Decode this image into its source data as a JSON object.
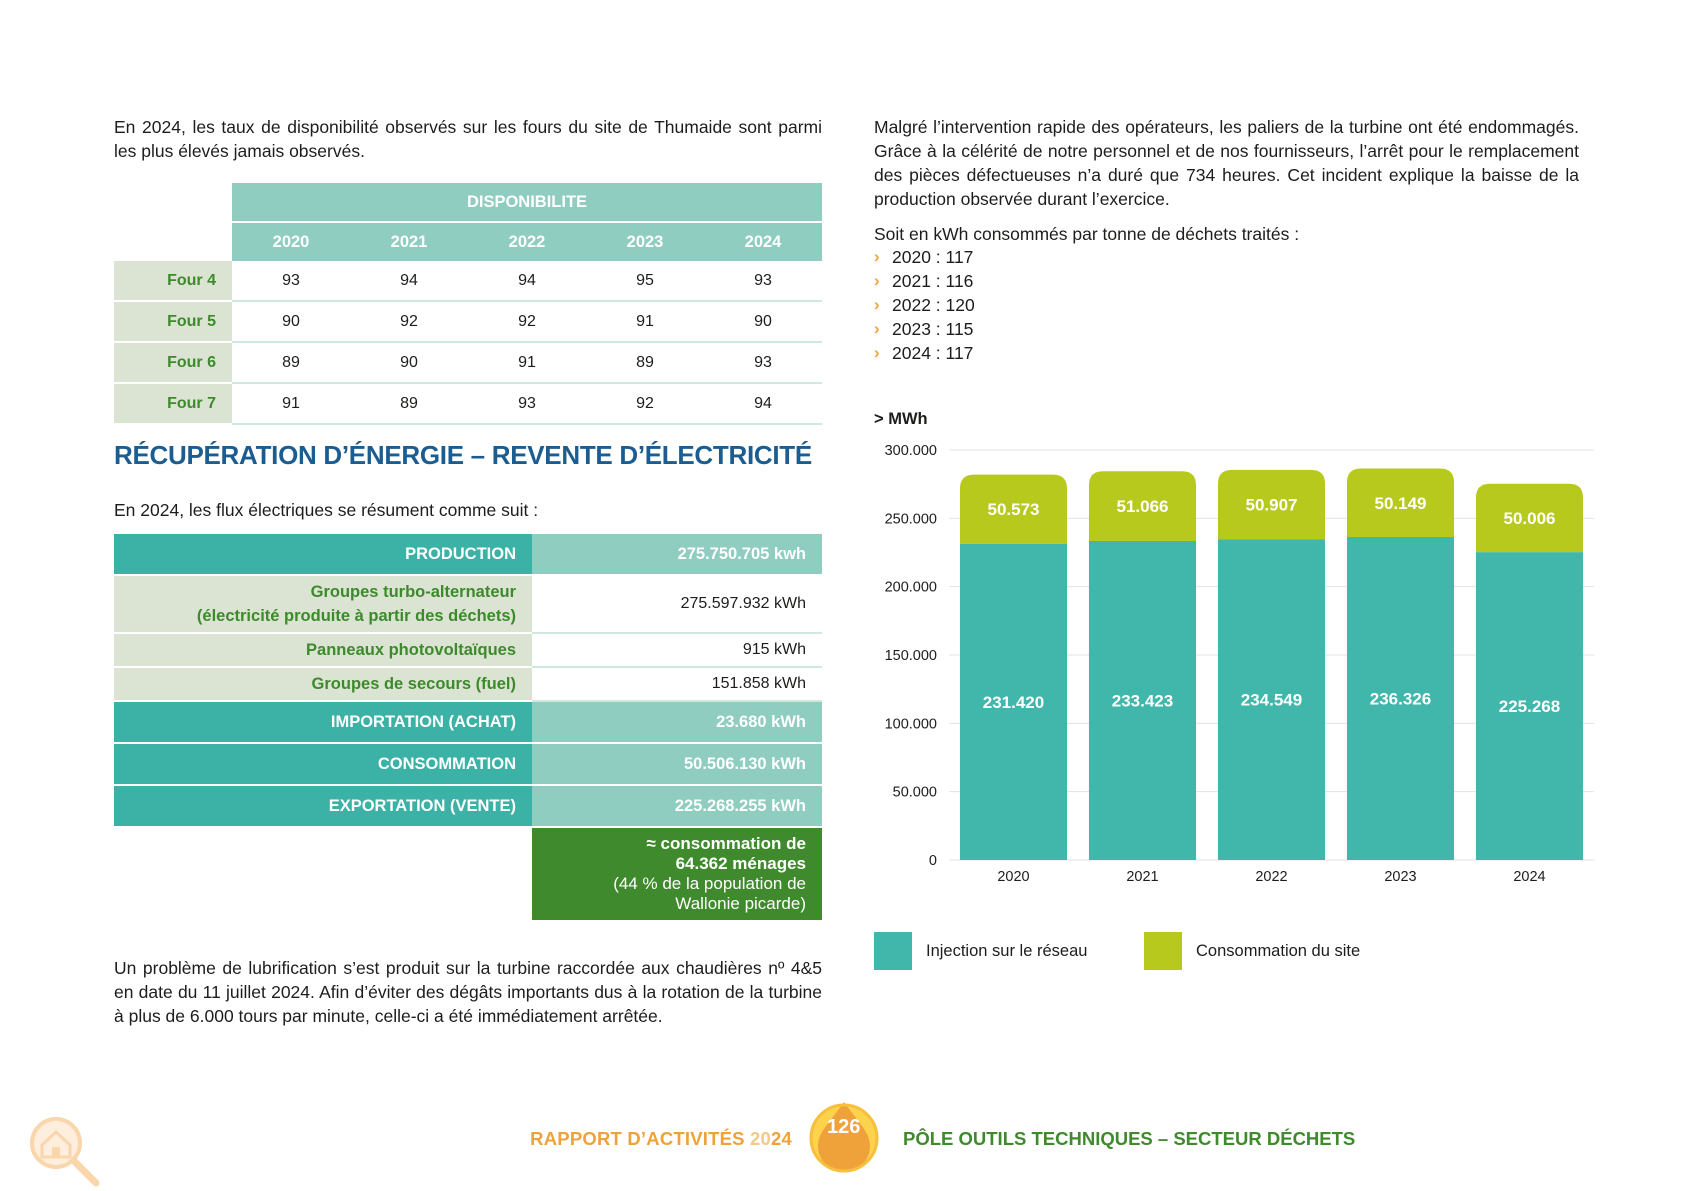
{
  "intro_left": "En 2024, les taux de disponibilité observés sur les fours du site de Thumaide sont parmi les plus élevés jamais observés.",
  "availability": {
    "title": "DISPONIBILITE",
    "years": [
      "2020",
      "2021",
      "2022",
      "2023",
      "2024"
    ],
    "rows": [
      {
        "label": "Four 4",
        "values": [
          "93",
          "94",
          "94",
          "95",
          "93"
        ]
      },
      {
        "label": "Four 5",
        "values": [
          "90",
          "92",
          "92",
          "91",
          "90"
        ]
      },
      {
        "label": "Four 6",
        "values": [
          "89",
          "90",
          "91",
          "89",
          "93"
        ]
      },
      {
        "label": "Four 7",
        "values": [
          "91",
          "89",
          "93",
          "92",
          "94"
        ]
      }
    ]
  },
  "section_title": "RÉCUPÉRATION D’ÉNERGIE – REVENTE D’ÉLECTRICITÉ",
  "flux_intro": "En 2024, les flux électriques se résument comme suit :",
  "flux": {
    "production": {
      "label": "PRODUCTION",
      "value": "275.750.705 kwh"
    },
    "sub": [
      {
        "label1": "Groupes turbo-alternateur",
        "label2": "(électricité produite à partir des déchets)",
        "value": "275.597.932 kWh"
      },
      {
        "label1": "Panneaux photovoltaïques",
        "label2": "",
        "value": "915 kWh"
      },
      {
        "label1": "Groupes de secours (fuel)",
        "label2": "",
        "value": "151.858 kWh"
      }
    ],
    "importation": {
      "label": "IMPORTATION (ACHAT)",
      "value": "23.680 kWh"
    },
    "consommation": {
      "label": "CONSOMMATION",
      "value": "50.506.130 kWh"
    },
    "exportation": {
      "label": "EXPORTATION (VENTE)",
      "value": "225.268.255 kWh"
    },
    "households": {
      "line1": "≈ consommation de",
      "line2": "64.362 ménages",
      "line3": "(44 % de la population de",
      "line4": "Wallonie picarde)"
    }
  },
  "bottom_left": "Un problème de lubrification s’est produit sur la turbine raccordée aux chaudières nº 4&5 en date du 11 juillet 2024. Afin d’éviter des dégâts importants dus à la rotation de la turbine à plus de 6.000 tours par minute, celle-ci a été immédiatement arrêtée.",
  "right_text": "Malgré l’intervention rapide des opérateurs, les paliers de la turbine ont été endommagés. Grâce à la célérité de notre personnel et de nos fournisseurs, l’arrêt pour le remplacement des pièces défectueuses n’a duré que 734 heures. Cet incident explique la baisse de la production observée durant l’exercice.",
  "kwh_intro": "Soit en kWh consommés par tonne de déchets traités :",
  "kwh_list": [
    "2020 : 117",
    "2021 : 116",
    "2022 : 120",
    "2023 : 115",
    "2024 : 117"
  ],
  "chart_data": {
    "type": "bar",
    "stacked": true,
    "ylabel": "> MWh",
    "categories": [
      "2020",
      "2021",
      "2022",
      "2023",
      "2024"
    ],
    "ylim": [
      0,
      300000
    ],
    "yticks": [
      0,
      50000,
      100000,
      150000,
      200000,
      250000,
      300000
    ],
    "ytick_labels": [
      "0",
      "50.000",
      "100.000",
      "150.000",
      "200.000",
      "250.000",
      "300.000"
    ],
    "series": [
      {
        "name": "Injection sur le réseau",
        "color": "#41b6ab",
        "values": [
          231420,
          233423,
          234549,
          236326,
          225268
        ],
        "labels": [
          "231.420",
          "233.423",
          "234.549",
          "236.326",
          "225.268"
        ]
      },
      {
        "name": "Consommation du site",
        "color": "#b8c91e",
        "values": [
          50573,
          51066,
          50907,
          50149,
          50006
        ],
        "labels": [
          "50.573",
          "51.066",
          "50.907",
          "50.149",
          "50.006"
        ]
      }
    ],
    "grid": true,
    "legend": "bottom"
  },
  "footer": {
    "left_a": "RAPPORT D’ACTIVITÉS ",
    "left_b": "20",
    "left_c": "24",
    "page": "126",
    "right": "PÔLE OUTILS TECHNIQUES – SECTEUR DÉCHETS"
  },
  "colors": {
    "teal": "#3cb1a6",
    "light_teal": "#8fcdc1",
    "lime": "#b8c91e",
    "green": "#3f8a2c",
    "blue": "#1b5c91",
    "orange": "#f0a23a"
  },
  "icons": [
    "house-search-icon",
    "droplet-badge-icon",
    "chevron-right-icon"
  ]
}
